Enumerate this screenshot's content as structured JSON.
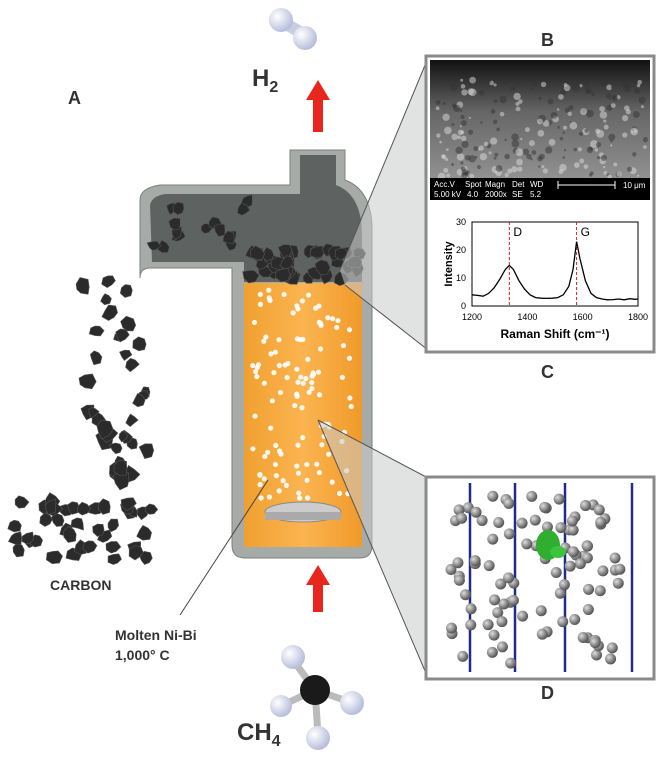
{
  "panels": {
    "a": "A",
    "b": "B",
    "c": "C",
    "d": "D"
  },
  "labels": {
    "h2_main": "H",
    "h2_sub": "2",
    "ch4_main": "CH",
    "ch4_sub": "4",
    "carbon": "CARBON",
    "molten_line1": "Molten Ni-Bi",
    "molten_line2": "1,000° C"
  },
  "sem": {
    "row1": [
      "Acc.V",
      "Spot",
      "Magn",
      "Det",
      "WD"
    ],
    "row2": [
      "5.00 kV",
      "4.0",
      "2000x",
      "SE",
      "5.2"
    ],
    "scale_bar": "10 μm"
  },
  "colors": {
    "molten": "#f5a53a",
    "reactor": "#9ea3a0",
    "arrow": "#e8261e",
    "carbon": "#2b2b2b",
    "panel_border": "#8a8a8a",
    "model_lines": "#1f2a8a",
    "atom": "#777777",
    "isosurface": "#2fae2f"
  },
  "chart_data": {
    "type": "line",
    "xlabel": "Raman Shift (cm-1)",
    "ylabel": "Intensity",
    "xlim": [
      1200,
      1800
    ],
    "ylim": [
      0,
      30
    ],
    "xticks": [
      1200,
      1400,
      1600,
      1800
    ],
    "yticks": [
      0,
      10,
      20,
      30
    ],
    "annotations": [
      {
        "label": "D",
        "x": 1335
      },
      {
        "label": "G",
        "x": 1578
      }
    ],
    "x": [
      1200,
      1220,
      1240,
      1260,
      1280,
      1300,
      1320,
      1335,
      1350,
      1370,
      1390,
      1410,
      1430,
      1450,
      1470,
      1490,
      1510,
      1530,
      1550,
      1565,
      1578,
      1590,
      1610,
      1630,
      1650,
      1670,
      1690,
      1710,
      1730,
      1750,
      1770,
      1790,
      1800
    ],
    "y": [
      4,
      3.8,
      3.5,
      4.5,
      6.5,
      9.5,
      13,
      14.5,
      13,
      9,
      6,
      4,
      3,
      2.8,
      2.7,
      2.8,
      3,
      4,
      7,
      13,
      23,
      17,
      9,
      4.5,
      3,
      2.5,
      2.2,
      2.3,
      2.5,
      2.2,
      2.6,
      2.4,
      2.5
    ]
  }
}
